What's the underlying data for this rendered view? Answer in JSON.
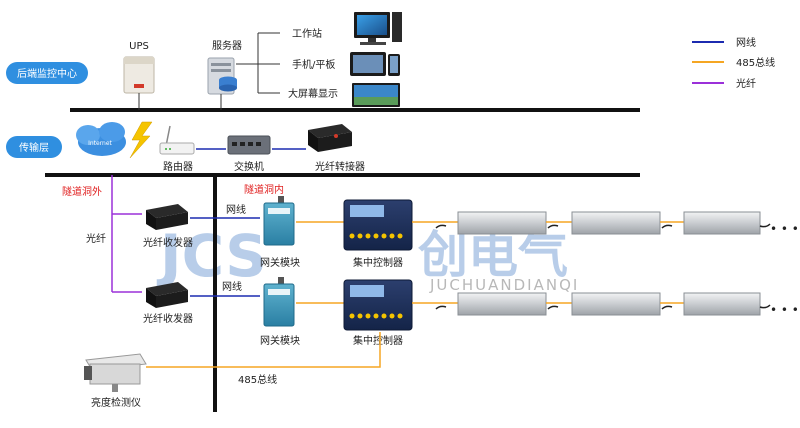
{
  "layers": {
    "backend": "后端监控中心",
    "transport": "传输层"
  },
  "labels": {
    "ups": "UPS",
    "server": "服务器",
    "workstation": "工作站",
    "mobile": "手机/平板",
    "bigscreen": "大屏幕显示",
    "internet": "Internet",
    "router": "路由器",
    "switch": "交换机",
    "fiber_converter": "光纤转接器",
    "tunnel_outside": "隧道洞外",
    "tunnel_inside": "隧道洞内",
    "fiber": "光纤",
    "fiber_transceiver_1": "光纤收发器",
    "fiber_transceiver_2": "光纤收发器",
    "network_line_1": "网线",
    "network_line_2": "网线",
    "gateway_1": "网关模块",
    "gateway_2": "网关模块",
    "controller_1": "集中控制器",
    "controller_2": "集中控制器",
    "bus_485": "485总线",
    "brightness_detector": "亮度检测仪",
    "ellipsis": "• • •"
  },
  "legend": [
    {
      "label": "网线",
      "color": "#1c2bb0"
    },
    {
      "label": "485总线",
      "color": "#f5a623"
    },
    {
      "label": "光纤",
      "color": "#9b30d9"
    }
  ],
  "watermark": {
    "logo": "JCS",
    "brand": "创电气",
    "sub": "JUCHUANDIANQI"
  },
  "colors": {
    "pill": "#2f8fe0",
    "network": "#1c2bb0",
    "bus485": "#f5a623",
    "fiber": "#9b30d9",
    "backbone": "#111111",
    "red_label": "#e02020"
  }
}
